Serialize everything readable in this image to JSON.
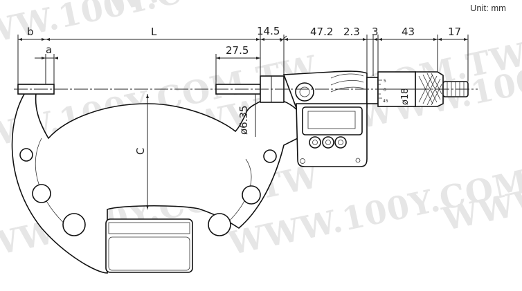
{
  "unit_label": "Unit: mm",
  "watermark": "WWW.100Y.COM.TW",
  "dimensions": {
    "b": "b",
    "a": "a",
    "L": "L",
    "c": "C",
    "d_27_5": "27.5",
    "d_14_5": "14.5",
    "d_47_2": "47.2",
    "d_2_3": "2.3",
    "d_3": "3",
    "d_43": "43",
    "d_17": "17",
    "spindle_dia": "ø6.35",
    "thimble_dia": "ø18"
  },
  "thimble_scale": [
    "5",
    "0",
    "45"
  ]
}
